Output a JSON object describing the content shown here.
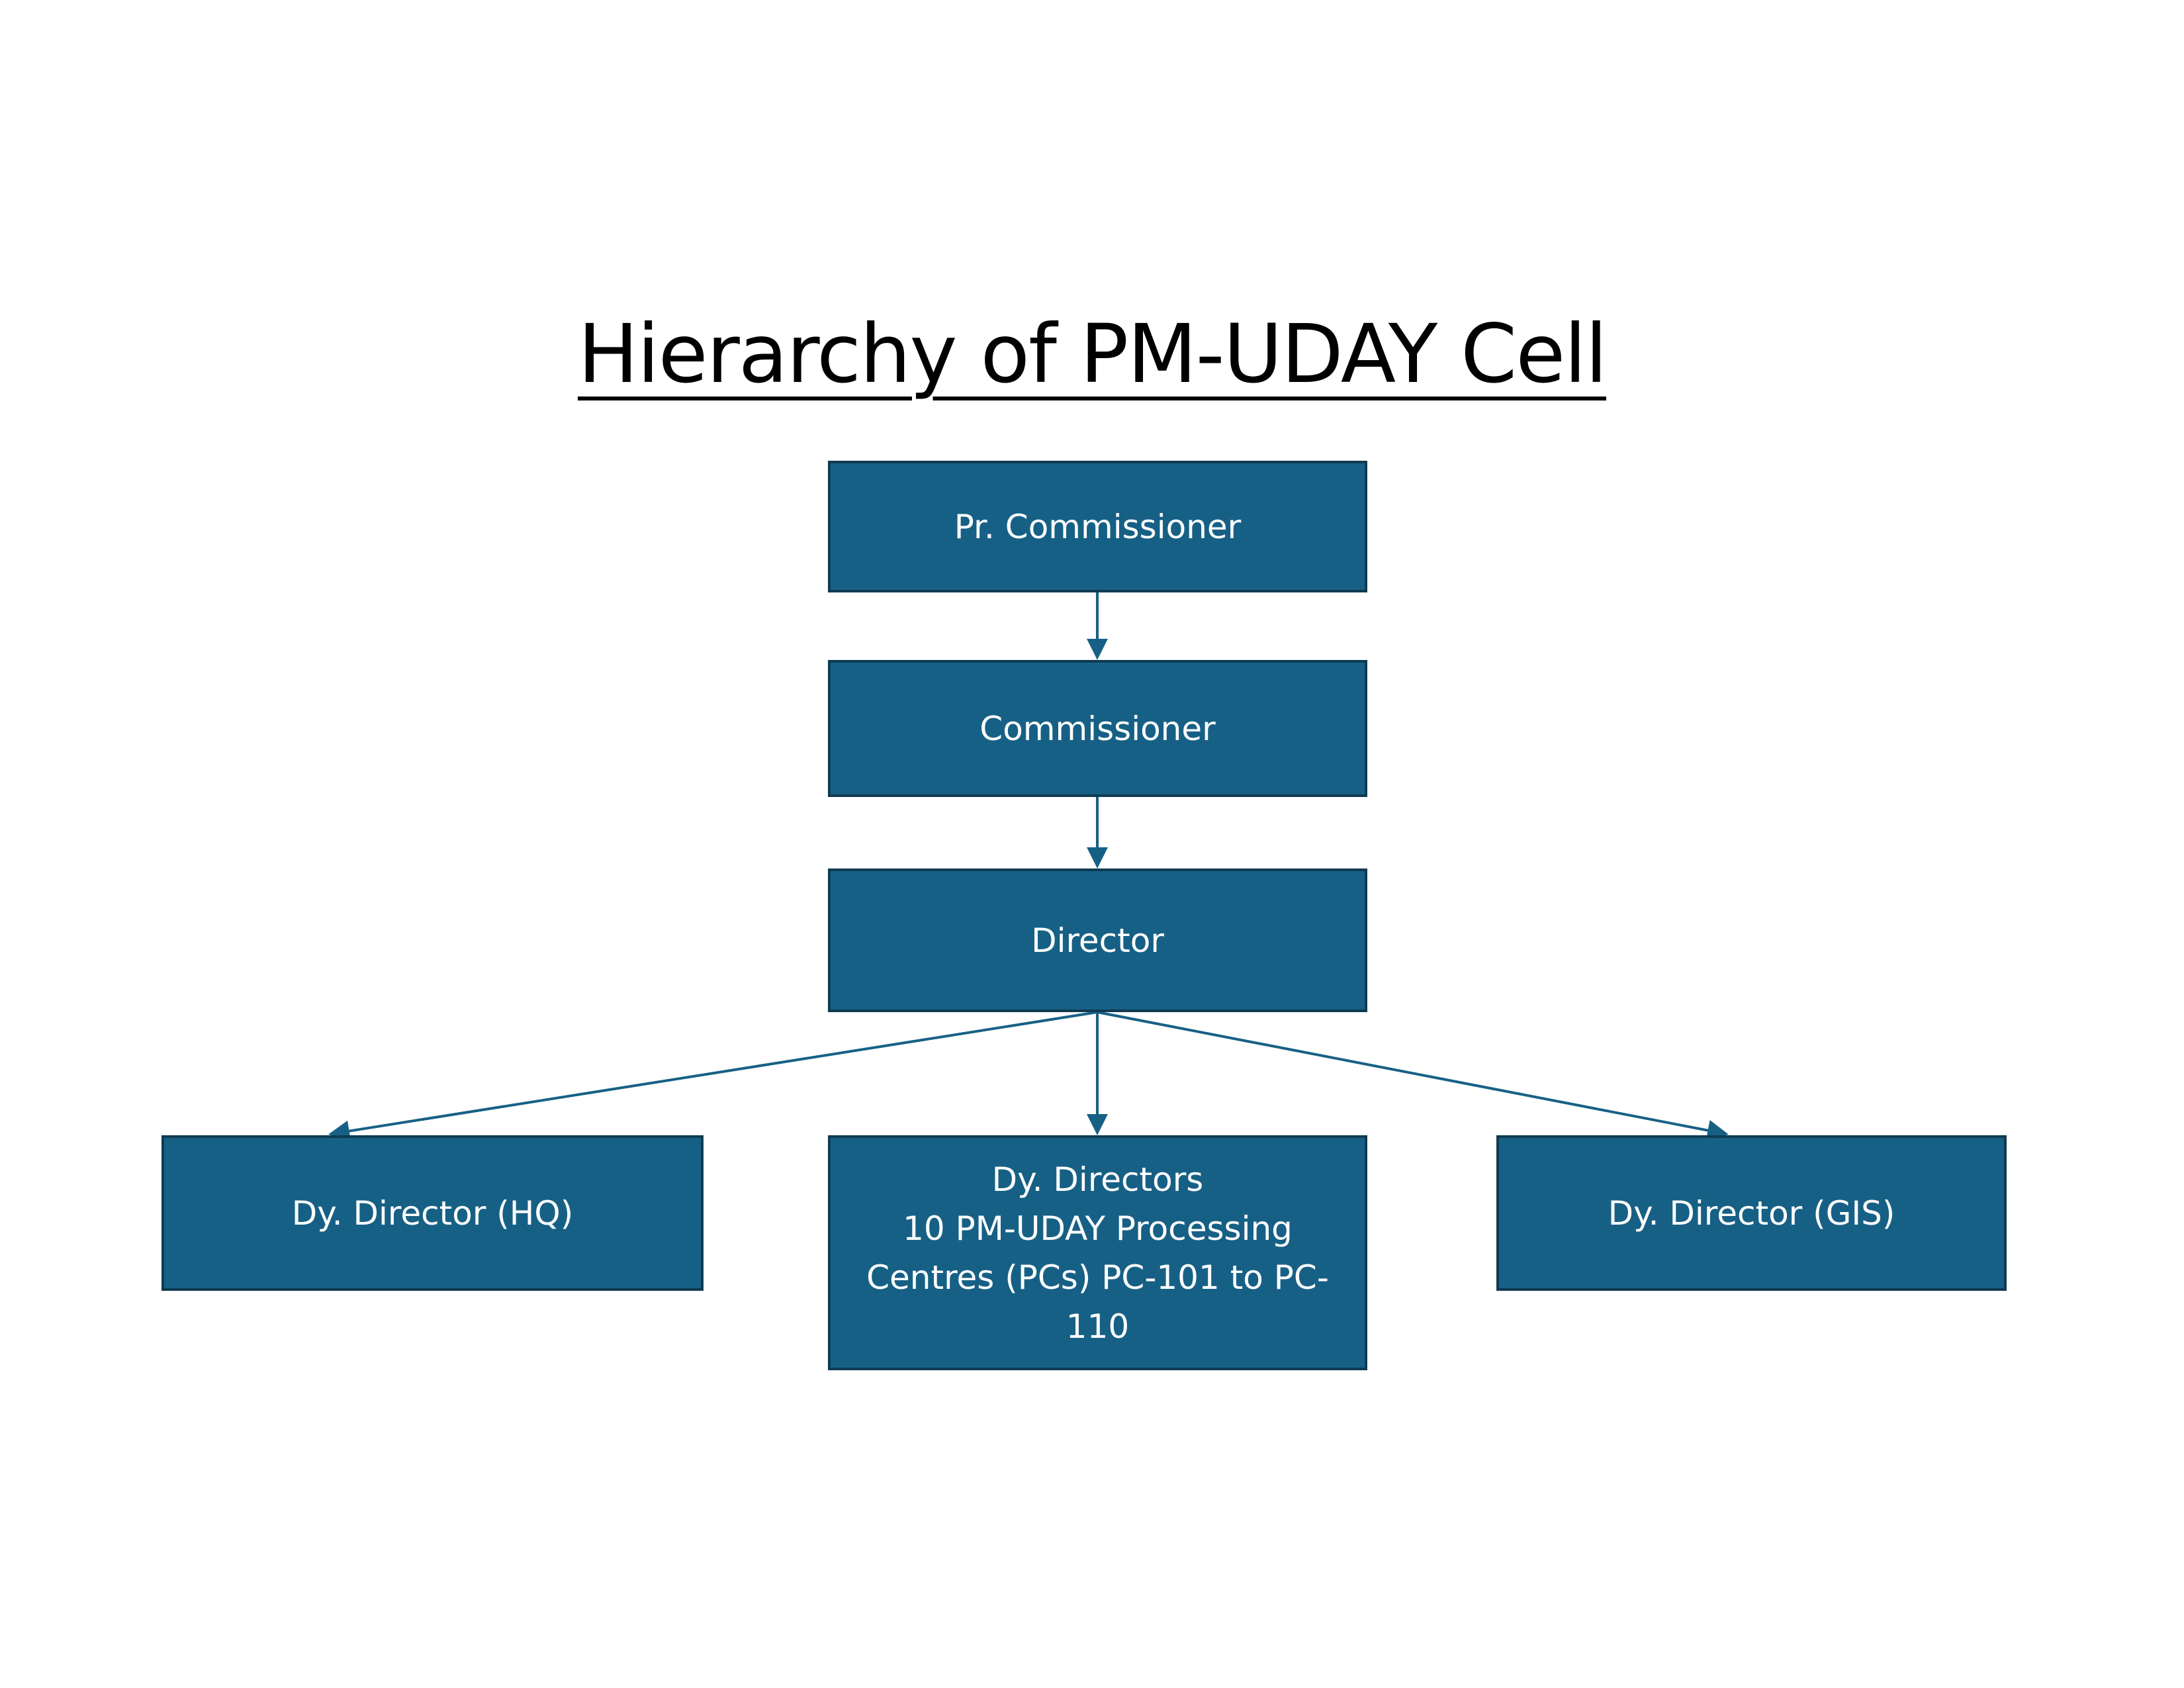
{
  "diagram": {
    "title": "Hierarchy of PM-UDAY Cell",
    "colors": {
      "box_fill": "#176085",
      "box_border": "#0f3b52",
      "connector": "#176085",
      "box_text": "#ffffff",
      "title_text": "#000000"
    },
    "nodes": {
      "pr_commissioner": "Pr. Commissioner",
      "commissioner": "Commissioner",
      "director": "Director",
      "dy_director_hq": "Dy. Director (HQ)",
      "dy_directors_pcs": "Dy. Directors\n10 PM-UDAY Processing\nCentres (PCs) PC-101 to PC-\n110",
      "dy_director_gis": "Dy. Director (GIS)"
    },
    "edges": [
      {
        "from": "pr_commissioner",
        "to": "commissioner"
      },
      {
        "from": "commissioner",
        "to": "director"
      },
      {
        "from": "director",
        "to": "dy_director_hq"
      },
      {
        "from": "director",
        "to": "dy_directors_pcs"
      },
      {
        "from": "director",
        "to": "dy_director_gis"
      }
    ]
  }
}
